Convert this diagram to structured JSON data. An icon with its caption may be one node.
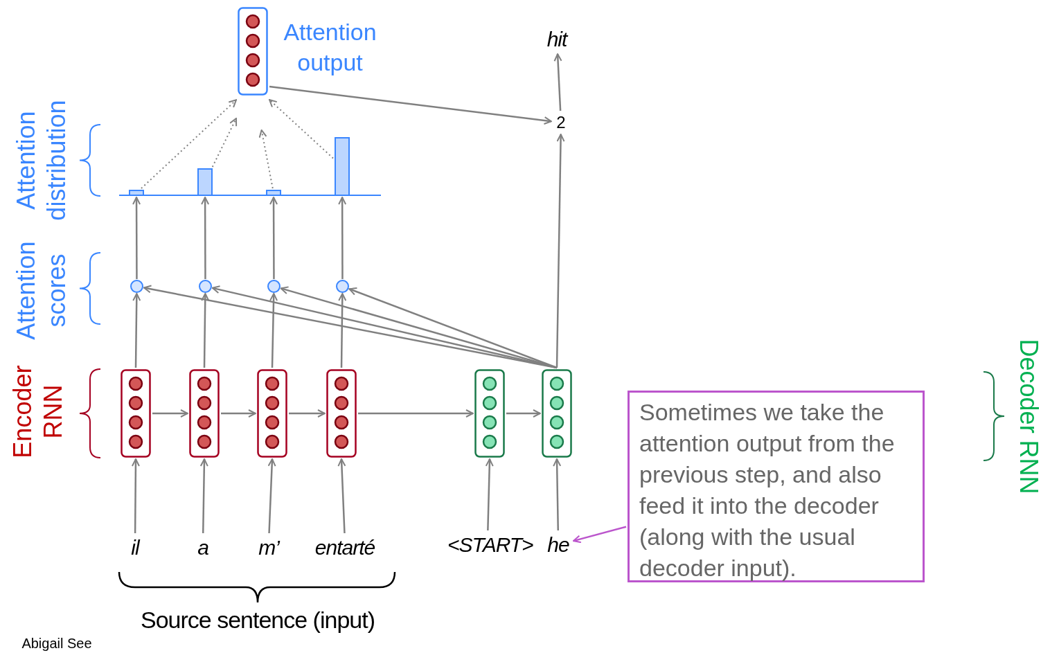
{
  "diagram": {
    "nodes": [
      {
        "text": [
          "Attention output"
        ]
      },
      {
        "text": [
          "hit"
        ]
      },
      {
        "text": [
          "2"
        ]
      },
      {
        "text": [],
        "shape": "bar"
      },
      {
        "text": [],
        "shape": "bar"
      },
      {
        "text": [],
        "shape": "bar"
      },
      {
        "text": [],
        "shape": "bar"
      },
      {
        "text": [],
        "shape": "circle"
      },
      {
        "text": [],
        "shape": "circle"
      },
      {
        "text": [],
        "shape": "circle"
      },
      {
        "text": [],
        "shape": "circle"
      },
      {
        "text": [],
        "shape": "box"
      },
      {
        "text": [],
        "shape": "box"
      },
      {
        "text": [],
        "shape": "box"
      },
      {
        "text": [],
        "shape": "box"
      },
      {
        "text": [],
        "shape": "box"
      },
      {
        "text": [],
        "shape": "box"
      },
      {
        "text": [
          "il"
        ]
      },
      {
        "text": [
          "a"
        ]
      },
      {
        "text": [
          "m’"
        ]
      },
      {
        "text": [
          "entarté"
        ]
      },
      {
        "text": [
          "<START>"
        ]
      },
      {
        "text": [
          "he"
        ]
      },
      {
        "text": [
          "Sometimes we take the attention output from the previous step, and also feed it into the decoder (along with the usual decoder input)."
        ]
      }
    ],
    "edges": [
      {
        "from": 0,
        "to": 2,
        "arrow": "to"
      },
      {
        "from": 2,
        "to": 1,
        "arrow": "to"
      },
      {
        "from": 16,
        "to": 2,
        "arrow": "to"
      },
      {
        "from": 3,
        "to": 0,
        "arrow": "to",
        "style": "dashed"
      },
      {
        "from": 4,
        "to": 0,
        "arrow": "to",
        "style": "dashed"
      },
      {
        "from": 5,
        "to": 0,
        "arrow": "to",
        "style": "dashed"
      },
      {
        "from": 6,
        "to": 0,
        "arrow": "to",
        "style": "dashed"
      },
      {
        "from": 7,
        "to": 3,
        "arrow": "to"
      },
      {
        "from": 8,
        "to": 4,
        "arrow": "to"
      },
      {
        "from": 9,
        "to": 5,
        "arrow": "to"
      },
      {
        "from": 10,
        "to": 6,
        "arrow": "to"
      },
      {
        "from": 11,
        "to": 7,
        "arrow": "to"
      },
      {
        "from": 12,
        "to": 8,
        "arrow": "to"
      },
      {
        "from": 13,
        "to": 9,
        "arrow": "to"
      },
      {
        "from": 14,
        "to": 10,
        "arrow": "to"
      },
      {
        "from": 16,
        "to": 7,
        "arrow": "to"
      },
      {
        "from": 16,
        "to": 8,
        "arrow": "to"
      },
      {
        "from": 16,
        "to": 9,
        "arrow": "to"
      },
      {
        "from": 16,
        "to": 10,
        "arrow": "to"
      },
      {
        "from": 11,
        "to": 12,
        "arrow": "to"
      },
      {
        "from": 12,
        "to": 13,
        "arrow": "to"
      },
      {
        "from": 13,
        "to": 14,
        "arrow": "to"
      },
      {
        "from": 14,
        "to": 15,
        "arrow": "to"
      },
      {
        "from": 15,
        "to": 16,
        "arrow": "to"
      },
      {
        "from": 17,
        "to": 11,
        "arrow": "to"
      },
      {
        "from": 18,
        "to": 12,
        "arrow": "to"
      },
      {
        "from": 19,
        "to": 13,
        "arrow": "to"
      },
      {
        "from": 20,
        "to": 14,
        "arrow": "to"
      },
      {
        "from": 21,
        "to": 15,
        "arrow": "to"
      },
      {
        "from": 22,
        "to": 16,
        "arrow": "to"
      },
      {
        "from": 23,
        "to": 22,
        "arrow": "to",
        "color": "#bb55cc"
      }
    ],
    "labels": [
      "Attention distribution",
      "Attention scores",
      "Encoder RNN",
      "Decoder RNN",
      "Source sentence (input)",
      "Abigail See"
    ]
  }
}
